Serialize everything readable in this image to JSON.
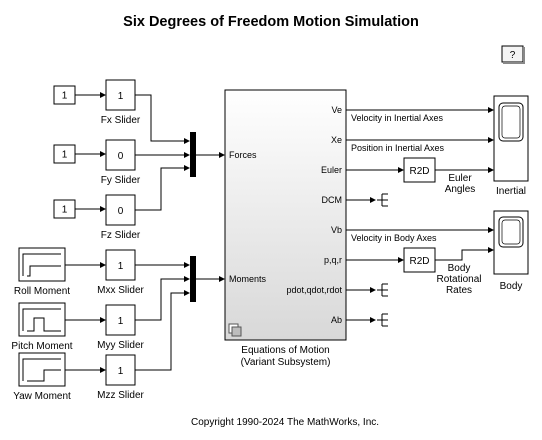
{
  "title": "Six Degrees of Freedom Motion Simulation",
  "help_button": "?",
  "constants": {
    "fx": "1",
    "fy": "1",
    "fz": "1"
  },
  "gains": {
    "fx": "1",
    "fy": "0",
    "fz": "0",
    "mxx": "1",
    "myy": "1",
    "mzz": "1"
  },
  "labels": {
    "fx_slider": "Fx Slider",
    "fy_slider": "Fy Slider",
    "fz_slider": "Fz Slider",
    "mxx_slider": "Mxx Slider",
    "myy_slider": "Myy Slider",
    "mzz_slider": "Mzz Slider",
    "roll_moment": "Roll Moment",
    "pitch_moment": "Pitch Moment",
    "yaw_moment": "Yaw Moment",
    "eom_line1": "Equations of Motion",
    "eom_line2": "(Variant Subsystem)",
    "euler_angles_1": "Euler",
    "euler_angles_2": "Angles",
    "body_rates_1": "Body",
    "body_rates_2": "Rotational",
    "body_rates_3": "Rates",
    "inertial": "Inertial",
    "body": "Body"
  },
  "eom_ports": {
    "in": [
      "Forces",
      "Moments"
    ],
    "out": [
      "Ve",
      "Xe",
      "Euler",
      "DCM",
      "Vb",
      "p,q,r",
      "pdot,qdot,rdot",
      "Ab"
    ]
  },
  "signals": {
    "ve": "Velocity in Inertial Axes",
    "xe": "Position in Inertial Axes",
    "vb": "Velocity in Body Axes"
  },
  "r2d": {
    "euler": "R2D",
    "rates": "R2D"
  },
  "copyright": "Copyright 1990-2024 The MathWorks, Inc."
}
